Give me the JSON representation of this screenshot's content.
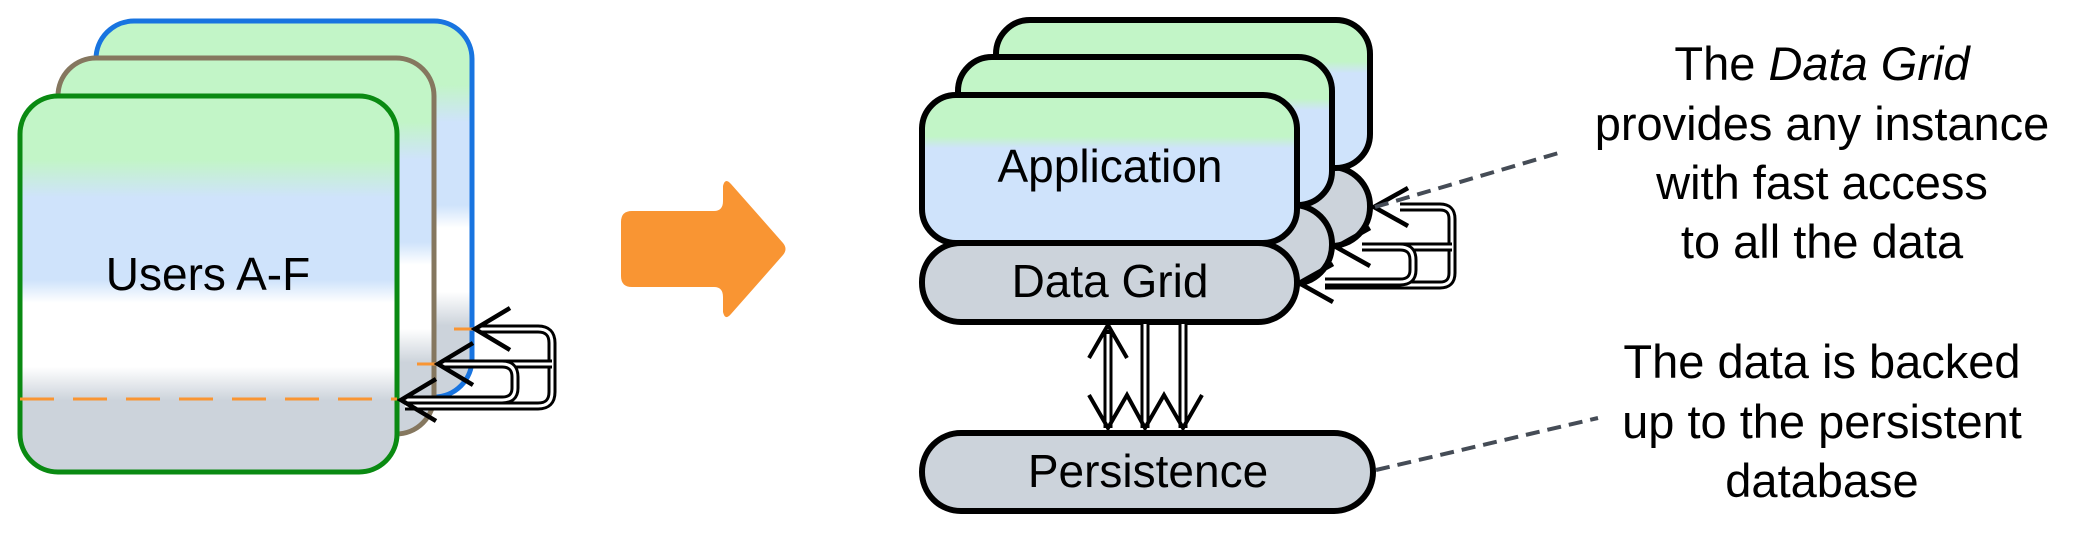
{
  "diagram": {
    "left_cluster": {
      "label": "Users A-F",
      "card_count": 3,
      "card_border_colors": [
        "#0a8a12",
        "#85775f",
        "#1874e0"
      ]
    },
    "transition_arrow": {
      "icon": "right-arrow-icon",
      "color": "#f99533"
    },
    "right_cluster": {
      "application_label": "Application",
      "data_grid_label": "Data Grid",
      "persistence_label": "Persistence",
      "instance_count": 3
    },
    "annotations": {
      "data_grid_note": {
        "prefix": "The ",
        "emphasis": "Data Grid",
        "lines": [
          "provides any instance",
          "with fast access",
          "to all the data"
        ]
      },
      "persistence_note": {
        "lines": [
          "The data is backed",
          "up to the persistent",
          "database"
        ]
      }
    },
    "colors": {
      "app_green": "#c2f5c7",
      "app_blue": "#cfe3fb",
      "grid_gray": "#ccd3db",
      "orange": "#f99533",
      "leader_dash": "#454c56"
    }
  }
}
